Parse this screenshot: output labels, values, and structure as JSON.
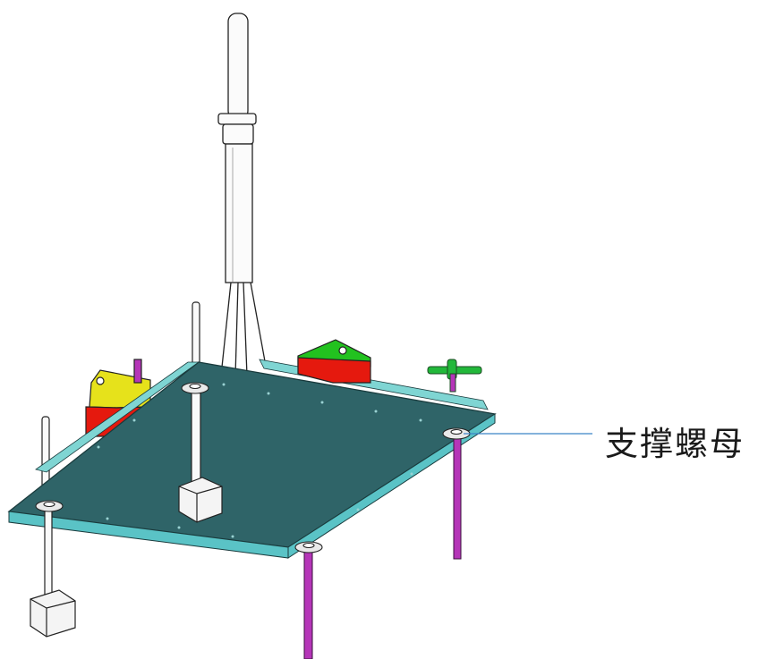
{
  "callout": {
    "label": "支撑螺母"
  },
  "colors": {
    "plate_top": "#2f6468",
    "plate_edge": "#5ac3c6",
    "rail": "#7fd5d3",
    "support_rod": "#b535b8",
    "left_block_top": "#e6e21b",
    "left_block_base": "#e5190e",
    "right_block_top": "#22c21f",
    "right_block_base": "#e5190e",
    "handle": "#22b83a",
    "leader_line": "#3b83c8",
    "outline": "#222222"
  },
  "icons": {
    "mast": "mast-shape",
    "weight": "cube-shape",
    "nut": "washer-nut-shape"
  }
}
